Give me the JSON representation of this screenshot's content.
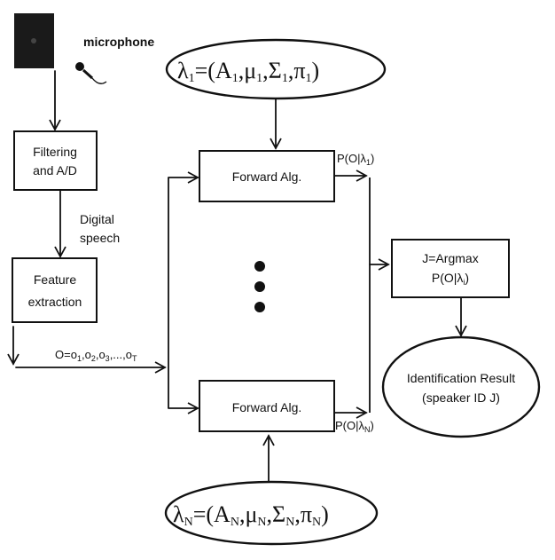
{
  "microphone": {
    "label": "microphone",
    "icon": "microphone-icon"
  },
  "filter_box": {
    "line1": "Filtering",
    "line2": "and A/D"
  },
  "digital_speech": {
    "line1": "Digital",
    "line2": "speech"
  },
  "feature_box": {
    "line1": "Feature",
    "line2": "extraction"
  },
  "observation": {
    "prefix": "O=",
    "items": [
      "o",
      "1",
      ",o",
      "2",
      ",o",
      "3",
      ",...,o",
      "T"
    ]
  },
  "model_top": {
    "lambda_sub": "1",
    "A_sub": "1",
    "mu_sub": "1",
    "Sigma_sub": "1",
    "pi_sub": "1"
  },
  "model_bottom": {
    "lambda_sub": "N",
    "A_sub": "N",
    "mu_sub": "N",
    "Sigma_sub": "N",
    "pi_sub": "N"
  },
  "forward_top": {
    "label": "Forward Alg."
  },
  "forward_bottom": {
    "label": "Forward Alg."
  },
  "prob_top": {
    "prefix": "P(O|",
    "lambda": "λ",
    "sub": "1",
    "suffix": ")"
  },
  "prob_bottom": {
    "prefix": "P(O|",
    "lambda": "λ",
    "sub": "N",
    "suffix": ")"
  },
  "argmax_box": {
    "line1": "J=Argmax",
    "line2_prefix": "P(O|",
    "line2_lambda": "λ",
    "line2_sub": "i",
    "line2_suffix": ")"
  },
  "result": {
    "line1": "Identification Result",
    "line2": "(speaker ID J)"
  }
}
